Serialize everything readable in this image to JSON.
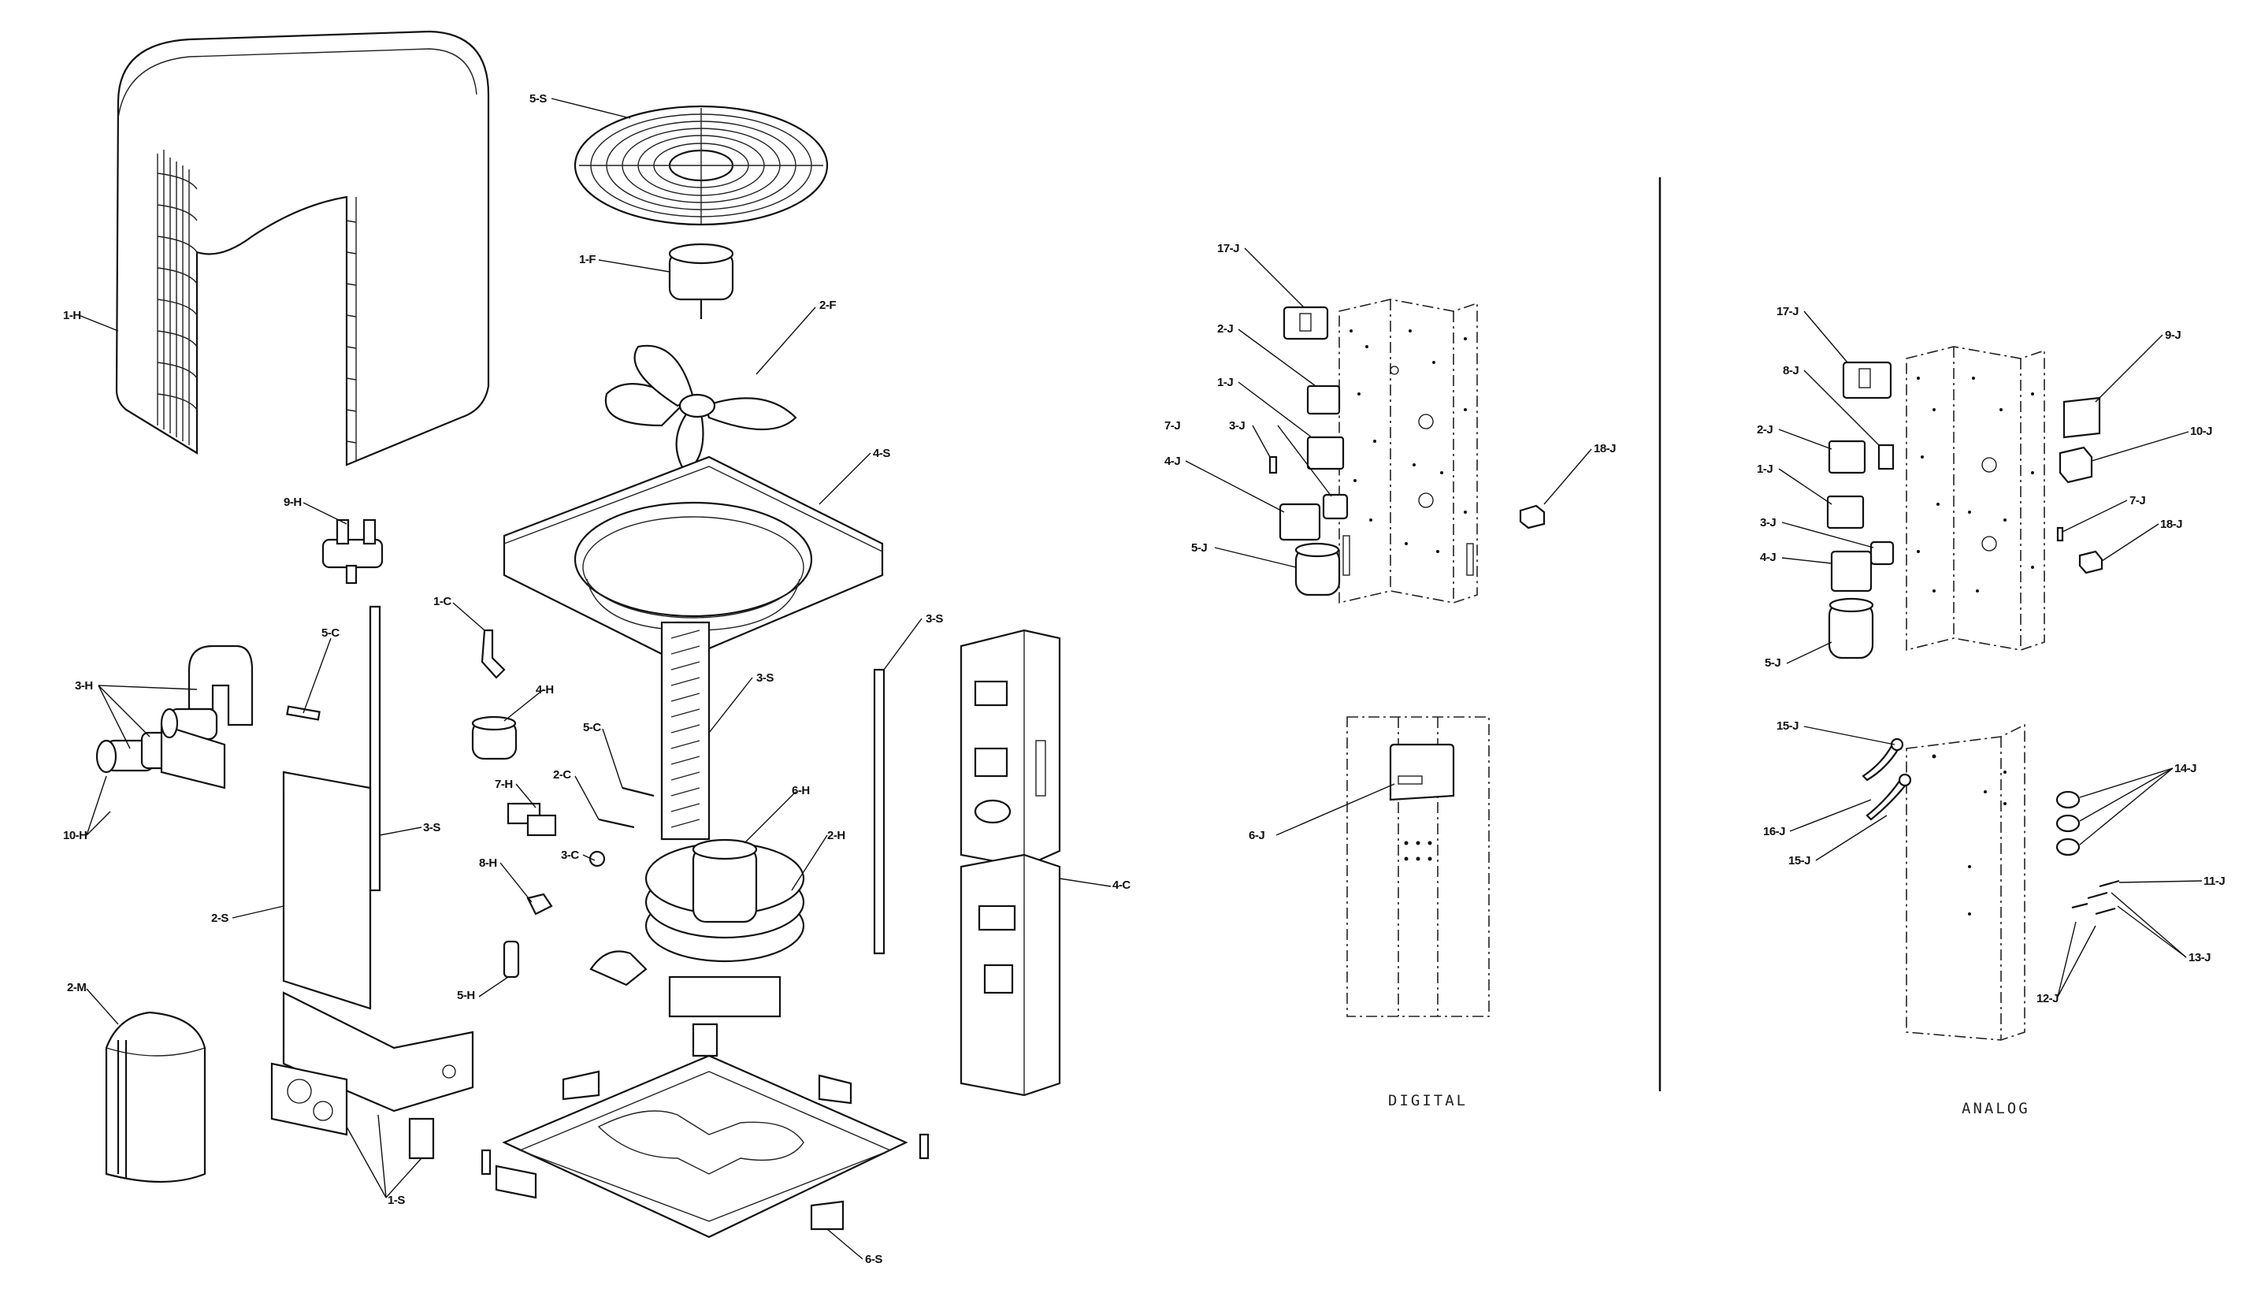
{
  "captions": {
    "digital": "DIGITAL",
    "analog": "ANALOG"
  },
  "labels": {
    "1H": "1-H",
    "5S": "5-S",
    "1F": "1-F",
    "2F": "2-F",
    "4S": "4-S",
    "9H": "9-H",
    "1C": "1-C",
    "5C_left": "5-C",
    "3H": "3-H",
    "10H": "10-H",
    "4H": "4-H",
    "5C_mid": "5-C",
    "3S_mid": "3-S",
    "3S_right": "3-S",
    "2C": "2-C",
    "7H": "7-H",
    "6H": "6-H",
    "2H": "2-H",
    "3C": "3-C",
    "3S_left": "3-S",
    "2S": "2-S",
    "8H": "8-H",
    "5H": "5-H",
    "2M": "2-M",
    "1S": "1-S",
    "4C": "4-C",
    "6S": "6-S",
    "d17J": "17-J",
    "d2J": "2-J",
    "d1J": "1-J",
    "d7J": "7-J",
    "d3J": "3-J",
    "d4J": "4-J",
    "d5J": "5-J",
    "d18J": "18-J",
    "d6J": "6-J",
    "a17J": "17-J",
    "a8J": "8-J",
    "a2J": "2-J",
    "a1J": "1-J",
    "a3J": "3-J",
    "a4J": "4-J",
    "a5J": "5-J",
    "a9J": "9-J",
    "a10J": "10-J",
    "a7J": "7-J",
    "a18J": "18-J",
    "a15J_top": "15-J",
    "a16J": "16-J",
    "a15J_bot": "15-J",
    "a14J": "14-J",
    "a11J": "11-J",
    "a13J": "13-J",
    "a12J": "12-J"
  }
}
